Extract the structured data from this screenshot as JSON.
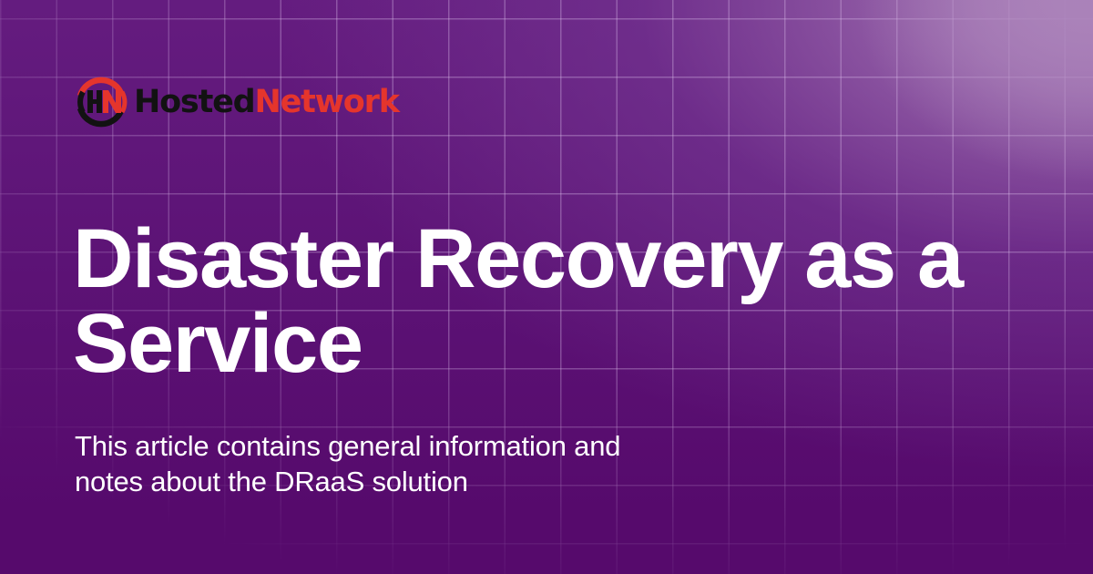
{
  "brand": {
    "name_part1": "Hosted",
    "name_part2": "Network",
    "icon": "hosted-network-logo-icon",
    "colors": {
      "dark": "#121212",
      "accent": "#e5352c"
    }
  },
  "hero": {
    "title_line1": "Disaster Recovery as a",
    "title_line2": "Service",
    "subtitle_line1": "This article contains general information and",
    "subtitle_line2": "notes about the DRaaS solution"
  },
  "theme": {
    "background": "#560a6c",
    "glow": "#a880b5",
    "text": "#ffffff"
  }
}
